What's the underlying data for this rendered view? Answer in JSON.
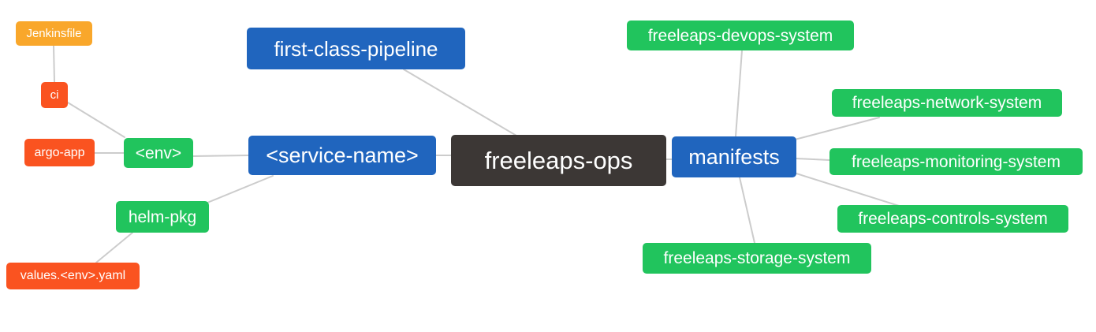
{
  "diagram": {
    "type": "mindmap",
    "root_label": "freeleaps-ops"
  },
  "nodes": {
    "root": {
      "label": "freeleaps-ops",
      "color": "#3C3735"
    },
    "first_class_pipeline": {
      "label": "first-class-pipeline",
      "color": "#2065BE"
    },
    "service_name": {
      "label": "<service-name>",
      "color": "#2065BE"
    },
    "manifests": {
      "label": "manifests",
      "color": "#2065BE"
    },
    "env": {
      "label": "<env>",
      "color": "#21C45D"
    },
    "helm_pkg": {
      "label": "helm-pkg",
      "color": "#21C45D"
    },
    "ci": {
      "label": "ci",
      "color": "#FA5320"
    },
    "argo_app": {
      "label": "argo-app",
      "color": "#FA5320"
    },
    "values_env_yaml": {
      "label": "values.<env>.yaml",
      "color": "#FA5320"
    },
    "jenkinsfile": {
      "label": "Jenkinsfile",
      "color": "#F9A72B"
    },
    "devops_system": {
      "label": "freeleaps-devops-system",
      "color": "#21C45D"
    },
    "network_system": {
      "label": "freeleaps-network-system",
      "color": "#21C45D"
    },
    "monitoring_system": {
      "label": "freeleaps-monitoring-system",
      "color": "#21C45D"
    },
    "controls_system": {
      "label": "freeleaps-controls-system",
      "color": "#21C45D"
    },
    "storage_system": {
      "label": "freeleaps-storage-system",
      "color": "#21C45D"
    }
  },
  "edges": [
    [
      "jenkinsfile",
      "ci"
    ],
    [
      "ci",
      "env"
    ],
    [
      "argo_app",
      "env"
    ],
    [
      "env",
      "service_name"
    ],
    [
      "helm_pkg",
      "service_name"
    ],
    [
      "values_env_yaml",
      "helm_pkg"
    ],
    [
      "first_class_pipeline",
      "root"
    ],
    [
      "service_name",
      "root"
    ],
    [
      "root",
      "manifests"
    ],
    [
      "manifests",
      "devops_system"
    ],
    [
      "manifests",
      "network_system"
    ],
    [
      "manifests",
      "monitoring_system"
    ],
    [
      "manifests",
      "controls_system"
    ],
    [
      "manifests",
      "storage_system"
    ]
  ],
  "palette": {
    "level1_blue": "#2065BE",
    "level2_green": "#21C45D",
    "level3_red": "#FA5320",
    "level4_amber": "#F9A72B",
    "root_dark": "#3C3735",
    "edge_gray": "#CCCCCC",
    "background": "#FFFFFF",
    "text": "#FFFFFF"
  }
}
